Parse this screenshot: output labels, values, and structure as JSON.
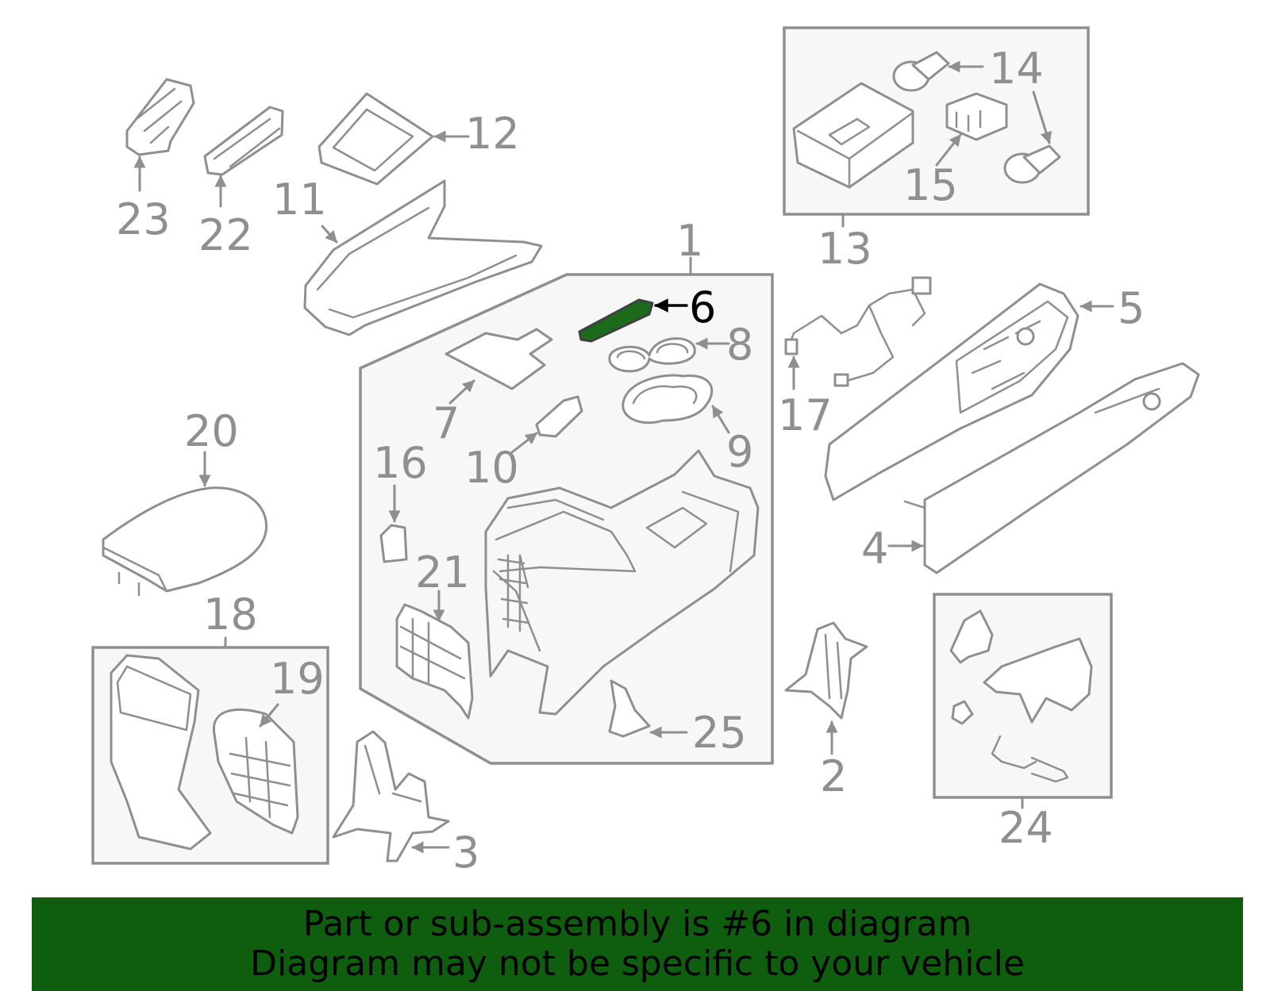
{
  "diagram": {
    "highlighted_part": "6",
    "highlight_color": "#1b6b1b",
    "callouts": [
      "1",
      "2",
      "3",
      "4",
      "5",
      "6",
      "7",
      "8",
      "9",
      "10",
      "11",
      "12",
      "13",
      "14",
      "15",
      "16",
      "17",
      "18",
      "19",
      "20",
      "21",
      "22",
      "23",
      "24",
      "25"
    ]
  },
  "banner": {
    "line1": "Part or sub-assembly is #6 in diagram",
    "line2": "Diagram may not be specific to your vehicle",
    "background": "#0f5e0f"
  }
}
